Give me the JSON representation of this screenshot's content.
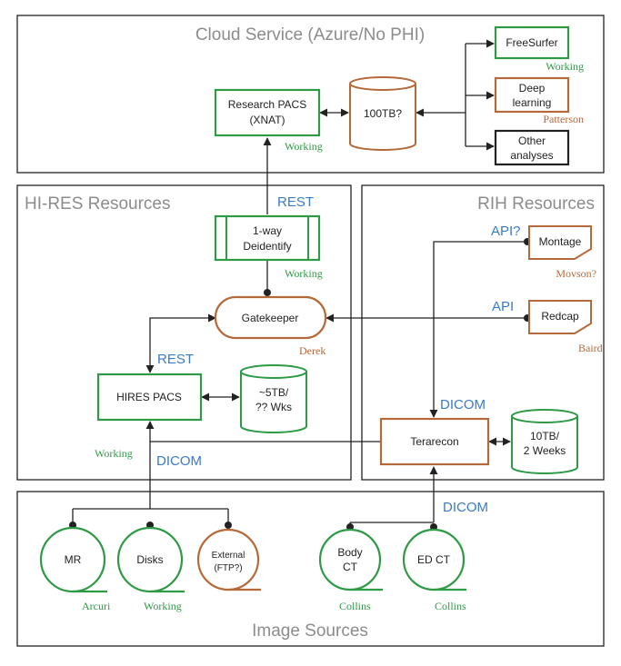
{
  "colors": {
    "green": "#2e9a45",
    "orange": "#b5693a",
    "blue": "#3a7bc8",
    "gray": "#8c8c8c",
    "black": "#222222"
  },
  "regions": {
    "cloud": "Cloud Service (Azure/No PHI)",
    "hires": "HI-RES Resources",
    "rih": "RIH Resources",
    "sources": "Image Sources"
  },
  "nodes": {
    "research_pacs": [
      "Research PACS",
      "(XNAT)"
    ],
    "storage_100tb": "100TB?",
    "freesurfer": "FreeSurfer",
    "deep_learning": [
      "Deep",
      "learning"
    ],
    "other_analyses": [
      "Other",
      "analyses"
    ],
    "deidentify": [
      "1-way",
      "Deidentify"
    ],
    "gatekeeper": "Gatekeeper",
    "hires_pacs": "HIRES PACS",
    "storage_5tb": [
      "~5TB/",
      "?? Wks"
    ],
    "montage": "Montage",
    "redcap": "Redcap",
    "terarecon": "Terarecon",
    "storage_10tb": [
      "10TB/",
      "2 Weeks"
    ],
    "mr": "MR",
    "disks": "Disks",
    "external": [
      "External",
      "(FTP?)"
    ],
    "body_ct": [
      "Body",
      "CT"
    ],
    "ed_ct": "ED CT"
  },
  "owners": {
    "freesurfer": "Working",
    "deep_learning": "Patterson",
    "research_pacs": "Working",
    "deidentify": "Working",
    "montage": "Movson?",
    "gatekeeper": "Derek",
    "redcap": "Baird",
    "hires_pacs": "Working",
    "mr": "Arcuri",
    "disks": "Working",
    "body_ct": "Collins",
    "ed_ct": "Collins"
  },
  "protocols": {
    "rest_top": "REST",
    "api_montage": "API?",
    "api_redcap": "API",
    "rest_left": "REST",
    "dicom_terarecon": "DICOM",
    "dicom_hires": "DICOM",
    "dicom_sources": "DICOM"
  }
}
